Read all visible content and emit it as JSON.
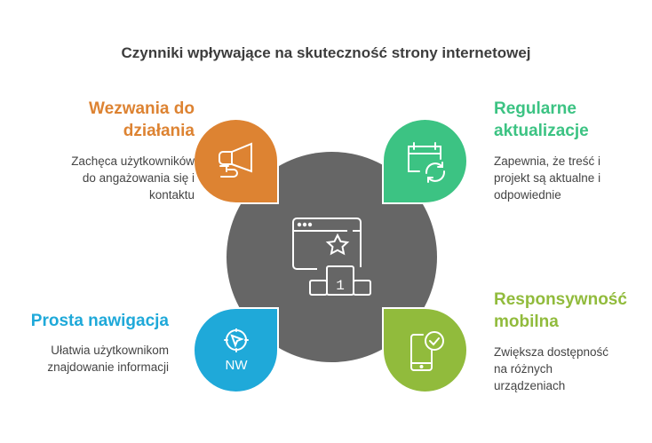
{
  "title": "Czynniki wpływające na skuteczność strony internetowej",
  "colors": {
    "orange": "#dd8332",
    "green": "#3cc383",
    "blue": "#1fa9d9",
    "lime": "#91bb3c",
    "center": "#666666"
  },
  "items": [
    {
      "heading_line1": "Wezwania do",
      "heading_line2": "działania",
      "desc_line1": "Zachęca użytkowników",
      "desc_line2": "do angażowania się i",
      "desc_line3": "kontaktu",
      "icon": "megaphone-icon"
    },
    {
      "heading_line1": "Regularne",
      "heading_line2": "aktualizacje",
      "desc_line1": "Zapewnia, że treść i",
      "desc_line2": "projekt są aktualne i",
      "desc_line3": "odpowiednie",
      "icon": "calendar-refresh-icon"
    },
    {
      "heading_line1": "Prosta nawigacja",
      "desc_line1": "Ułatwia użytkownikom",
      "desc_line2": "znajdowanie informacji",
      "icon": "compass-icon",
      "icon_text": "NW"
    },
    {
      "heading_line1": "Responsywność",
      "heading_line2": "mobilna",
      "desc_line1": "Zwiększa dostępność",
      "desc_line2": "na różnych",
      "desc_line3": "urządzeniach",
      "icon": "mobile-check-icon"
    }
  ],
  "center": {
    "icon": "website-podium-icon",
    "podium_text": "1"
  }
}
